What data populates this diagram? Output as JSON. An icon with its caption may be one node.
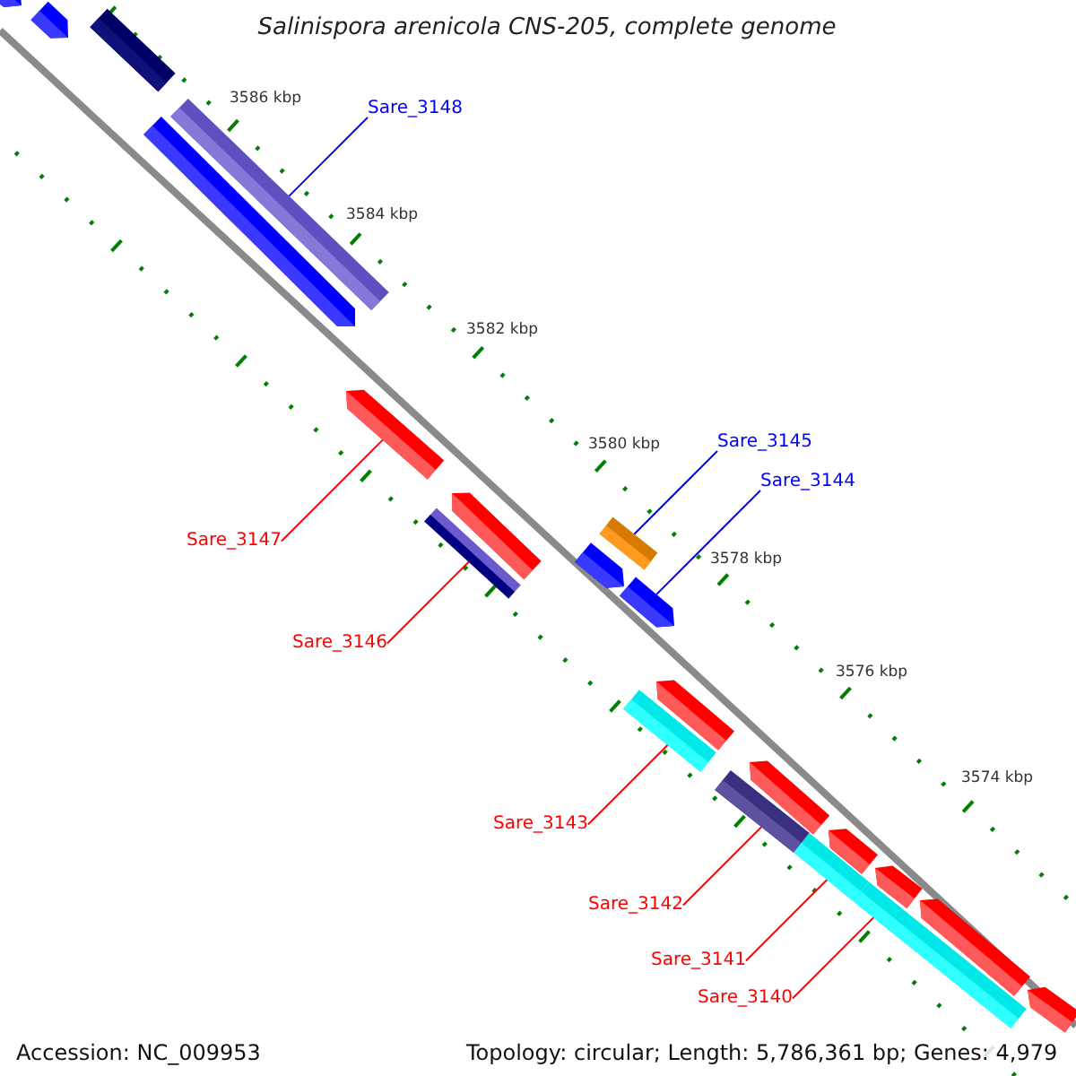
{
  "diagram": {
    "title": "Salinispora arenicola CNS-205, complete genome",
    "nodes": [
      {
        "text": [
          "Sare_3148"
        ]
      },
      {
        "text": [
          "Sare_3145"
        ]
      },
      {
        "text": [
          "Sare_3144"
        ]
      },
      {
        "text": [
          "Sare_3147"
        ]
      },
      {
        "text": [
          "Sare_3146"
        ]
      },
      {
        "text": [
          "Sare_3143"
        ]
      },
      {
        "text": [
          "Sare_3142"
        ]
      },
      {
        "text": [
          "Sare_3141"
        ]
      },
      {
        "text": [
          "Sare_3140"
        ]
      },
      {
        "text": [],
        "shape": "bar"
      },
      {
        "text": [],
        "shape": "bar"
      },
      {
        "text": [],
        "shape": "bar"
      },
      {
        "text": [],
        "shape": "bar"
      },
      {
        "text": [],
        "shape": "bar"
      },
      {
        "text": [],
        "shape": "bar"
      },
      {
        "text": [],
        "shape": "bar"
      },
      {
        "text": [],
        "shape": "bar"
      },
      {
        "text": [],
        "shape": "bar"
      },
      {
        "text": [],
        "shape": "bar"
      },
      {
        "text": [],
        "shape": "bar"
      },
      {
        "text": [],
        "shape": "bar"
      },
      {
        "text": [],
        "shape": "bar"
      },
      {
        "text": [],
        "shape": "bar"
      },
      {
        "text": [],
        "shape": "bar"
      },
      {
        "text": [],
        "shape": "bar"
      },
      {
        "text": [],
        "shape": "bar"
      },
      {
        "text": [],
        "shape": "bar"
      },
      {
        "text": [],
        "shape": "bar"
      },
      {
        "text": [],
        "shape": "bar"
      },
      {
        "text": [],
        "shape": "bar"
      }
    ],
    "edges": [
      {
        "from": 0,
        "to": 13,
        "arrow": "none",
        "color": "#0000ff"
      },
      {
        "from": 1,
        "to": 18,
        "arrow": "none",
        "color": "#0000ff"
      },
      {
        "from": 2,
        "to": 19,
        "arrow": "none",
        "color": "#0000ff"
      },
      {
        "from": 3,
        "to": 14,
        "arrow": "none"
      },
      {
        "from": 4,
        "to": 15,
        "arrow": "none"
      },
      {
        "from": 5,
        "to": 20,
        "arrow": "none"
      },
      {
        "from": 6,
        "to": 22,
        "arrow": "none"
      },
      {
        "from": 7,
        "to": 24,
        "arrow": "none"
      },
      {
        "from": 8,
        "to": 26,
        "arrow": "none"
      }
    ],
    "labels": [
      "3586 kbp",
      "3584 kbp",
      "3582 kbp",
      "3580 kbp",
      "3578 kbp",
      "3576 kbp",
      "3574 kbp",
      "Accession: NC_009953",
      "Topology: circular; Length: 5,786,361 bp; Genes: 4,979"
    ]
  }
}
